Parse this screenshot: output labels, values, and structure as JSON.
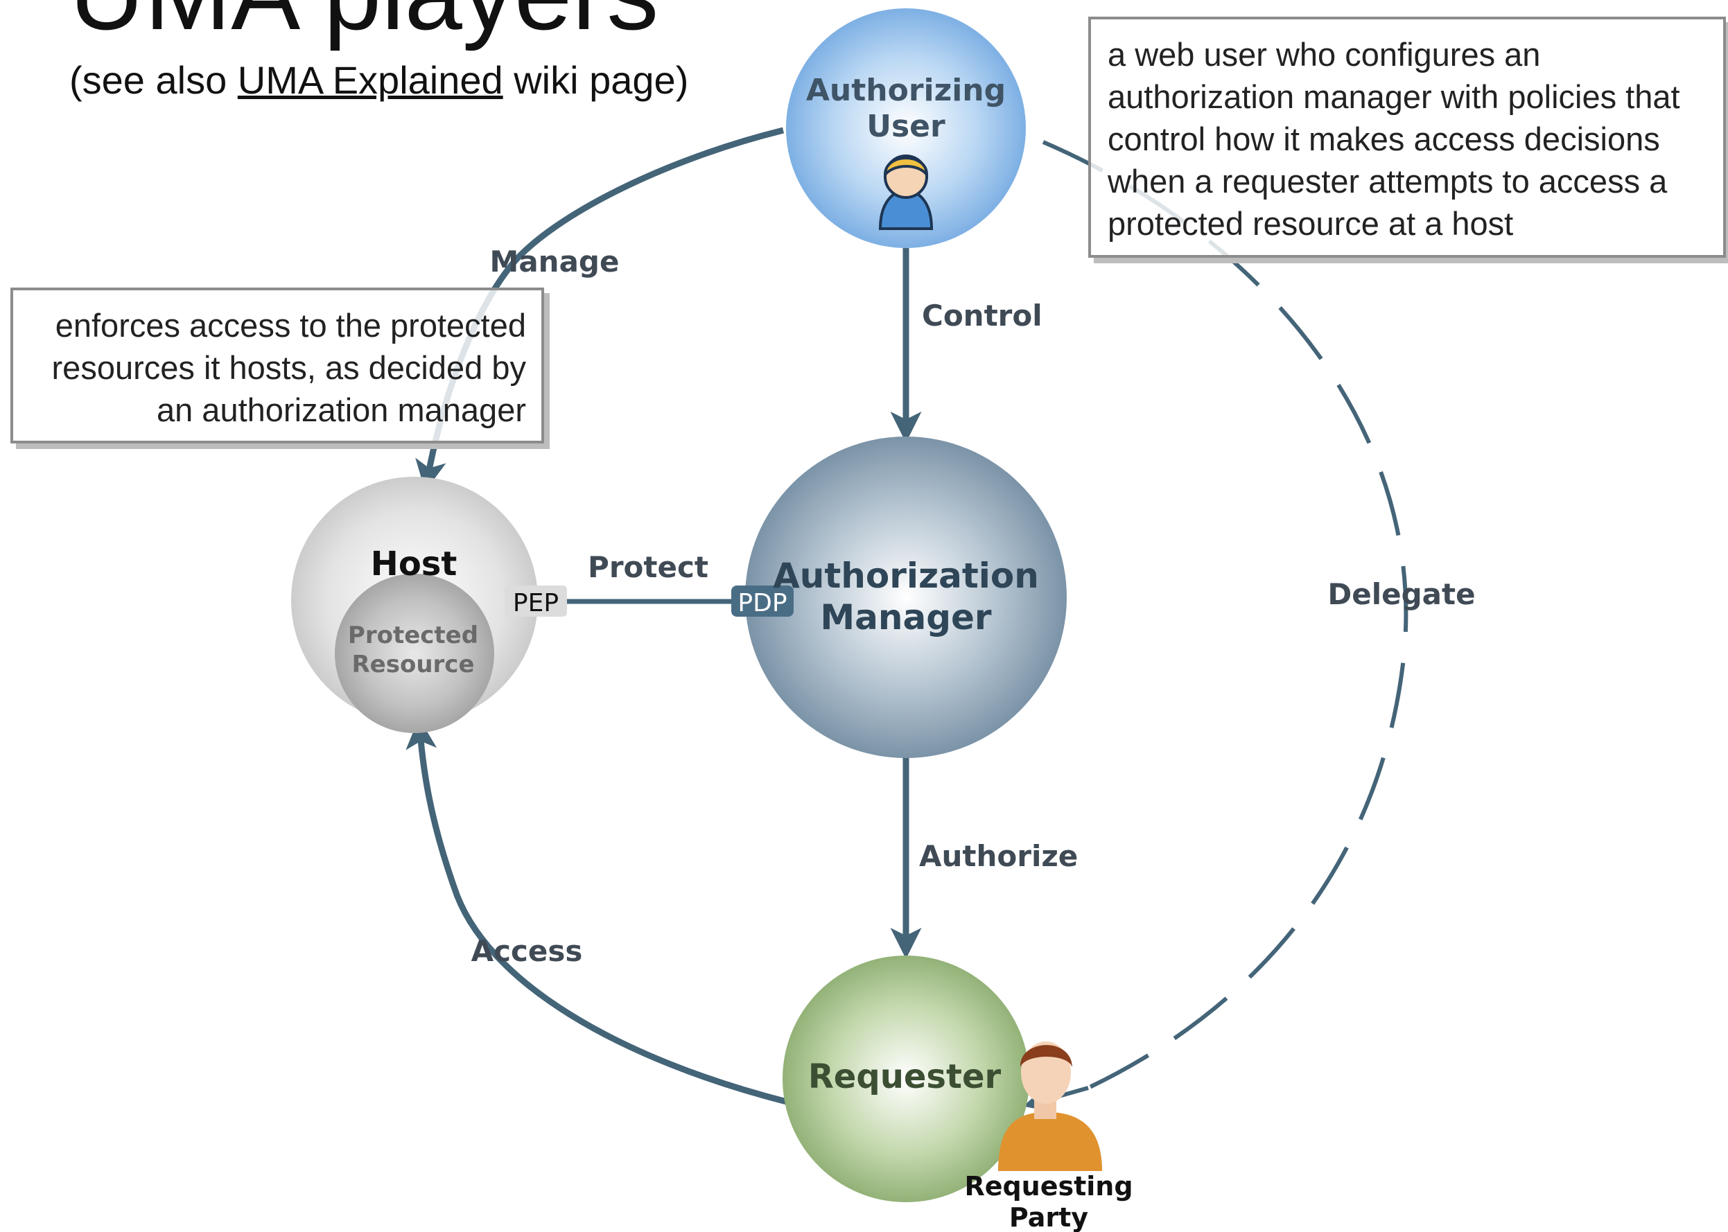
{
  "title": "UMA players",
  "subtitle": {
    "prefix": "(see also ",
    "link_text": "UMA Explained",
    "suffix": " wiki page)"
  },
  "callouts": {
    "authorizing_user": "a web user who configures an authorization manager with policies that control how it makes access decisions when a requester attempts to access a protected resource at a host",
    "host": "enforces access to the protected resources it hosts, as decided by an authorization manager"
  },
  "nodes": {
    "authorizing_user": {
      "line1": "Authorizing",
      "line2": "User"
    },
    "authorization_manager": {
      "line1": "Authorization",
      "line2": "Manager"
    },
    "host": {
      "label": "Host",
      "inner_line1": "Protected",
      "inner_line2": "Resource"
    },
    "requester": {
      "label": "Requester"
    },
    "requesting_party": {
      "line1": "Requesting",
      "line2": "Party"
    }
  },
  "tags": {
    "pep": "PEP",
    "pdp": "PDP"
  },
  "edges": {
    "manage": "Manage",
    "control": "Control",
    "protect": "Protect",
    "authorize": "Authorize",
    "access": "Access",
    "delegate": "Delegate"
  },
  "colors": {
    "arrow": "#446478",
    "user_blue": "#7fb3e8",
    "manager_slate": "#7f98ac",
    "host_gray": "#cfcfcf",
    "requester_green": "#97b57a"
  }
}
